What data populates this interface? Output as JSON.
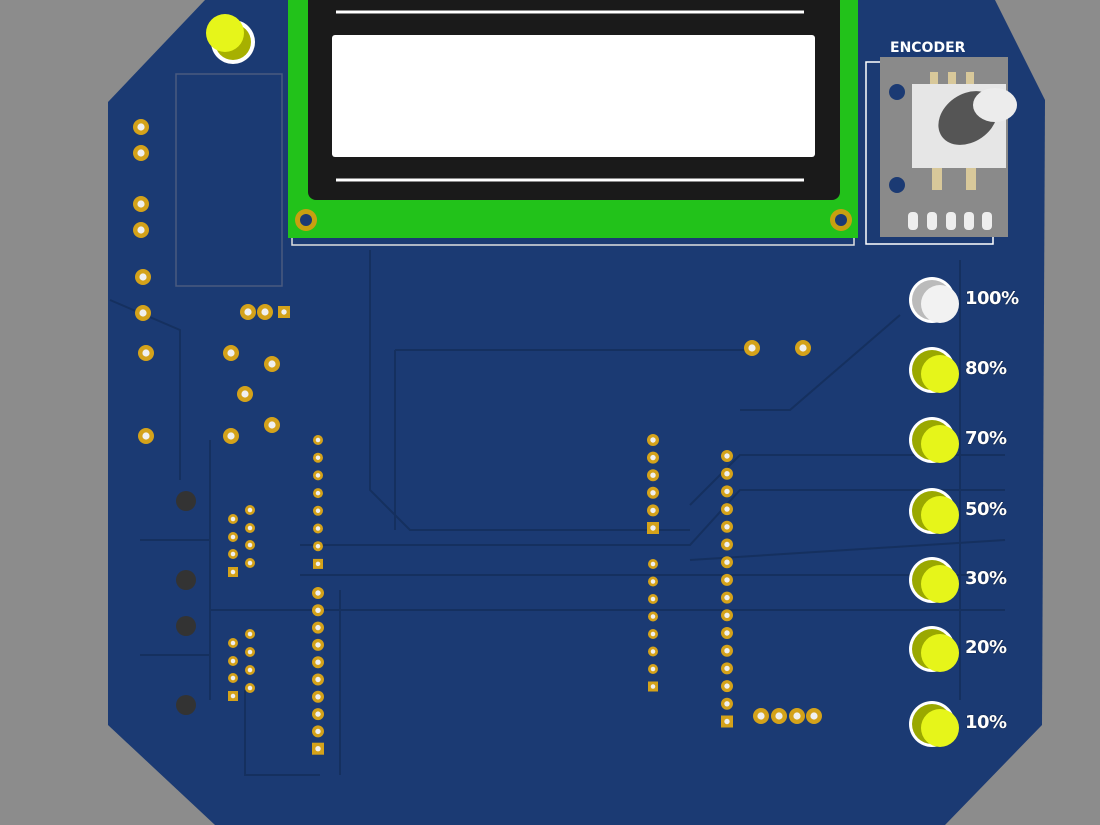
{
  "board": {
    "color": "#1b3a73",
    "trace_color": "#163164",
    "pad_color": "#d4a21a"
  },
  "lcd": {
    "frame_color": "#22c21a",
    "bezel_color": "#1a1a1a",
    "screen_color": "#ffffff"
  },
  "encoder": {
    "label": "ENCODER",
    "icon": "rotary-encoder-icon"
  },
  "leds": [
    {
      "label": "100%",
      "color": "#f2f2f2"
    },
    {
      "label": "80%",
      "color": "#e6f51a"
    },
    {
      "label": "70%",
      "color": "#e6f51a"
    },
    {
      "label": "50%",
      "color": "#e6f51a"
    },
    {
      "label": "30%",
      "color": "#e6f51a"
    },
    {
      "label": "20%",
      "color": "#e6f51a"
    },
    {
      "label": "10%",
      "color": "#e6f51a"
    }
  ],
  "power_led": {
    "color": "#e6f51a"
  }
}
